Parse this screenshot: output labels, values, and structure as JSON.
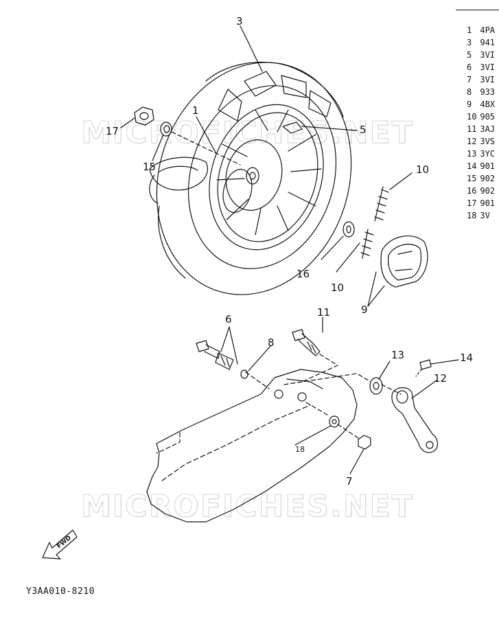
{
  "watermark": "MICROFICHES.NET",
  "footer_code": "Y3AA010-8210",
  "fwd_label": "FWD",
  "callouts": {
    "c1": "1",
    "c3": "3",
    "c5": "5",
    "c6": "6",
    "c7": "7",
    "c8": "8",
    "c9": "9",
    "c10a": "10",
    "c10b": "10",
    "c11": "11",
    "c12": "12",
    "c13": "13",
    "c14": "14",
    "c15": "15",
    "c16": "16",
    "c17": "17",
    "c18": "18"
  },
  "parts_list": [
    {
      "num": "1",
      "code": "4PA"
    },
    {
      "num": "3",
      "code": "941"
    },
    {
      "num": "5",
      "code": "3VI"
    },
    {
      "num": "6",
      "code": "3VI"
    },
    {
      "num": "7",
      "code": "3VI"
    },
    {
      "num": "8",
      "code": "933"
    },
    {
      "num": "9",
      "code": "4BX"
    },
    {
      "num": "10",
      "code": "905"
    },
    {
      "num": "11",
      "code": "3AJ"
    },
    {
      "num": "12",
      "code": "3VS"
    },
    {
      "num": "13",
      "code": "3YC"
    },
    {
      "num": "14",
      "code": "901"
    },
    {
      "num": "15",
      "code": "902"
    },
    {
      "num": "16",
      "code": "902"
    },
    {
      "num": "17",
      "code": "901"
    },
    {
      "num": "18",
      "code": "3V"
    }
  ]
}
